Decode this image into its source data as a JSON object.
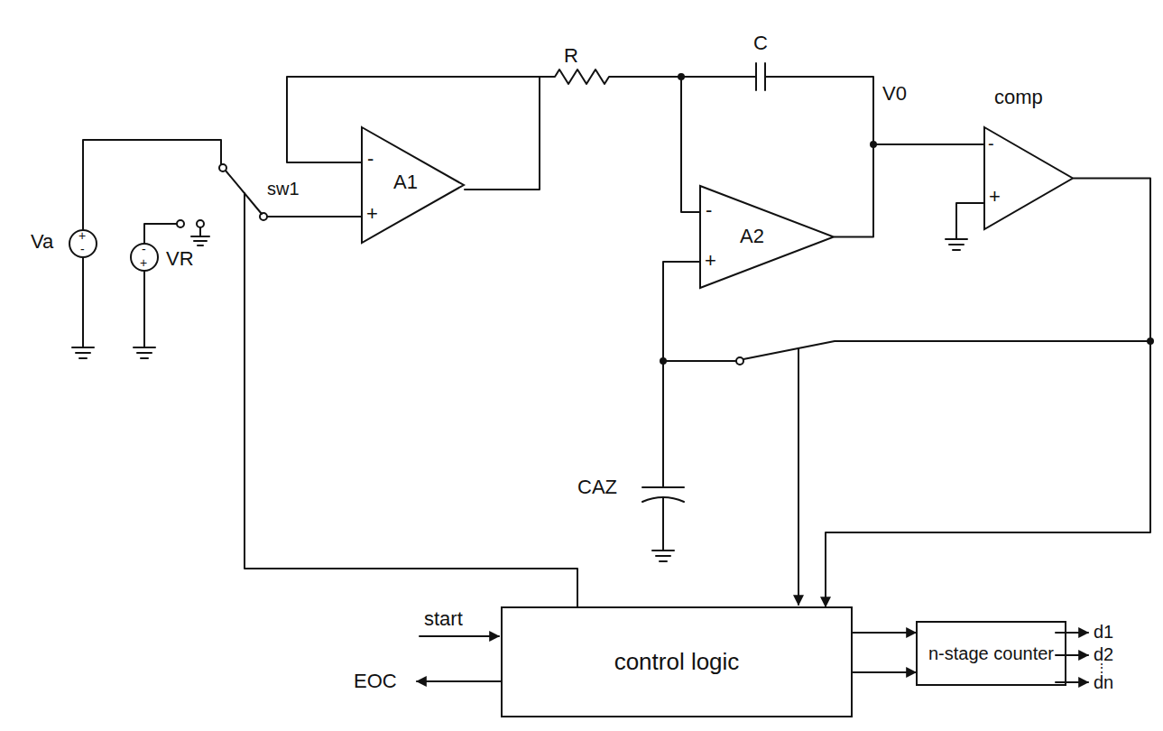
{
  "diagram": {
    "nodes": [
      {
        "text": [
          "Va",
          "+",
          "-"
        ]
      },
      {
        "text": [
          "VR",
          "-",
          "+"
        ]
      },
      {
        "text": [
          "-",
          "+",
          "A1"
        ]
      },
      {
        "text": [
          "-",
          "+",
          "A2"
        ]
      },
      {
        "text": [
          "comp",
          "-",
          "+"
        ]
      },
      {
        "text": [
          "control logic"
        ]
      },
      {
        "text": [
          "n-stage counter"
        ]
      }
    ],
    "edges": [
      {
        "from": 3,
        "to": 4,
        "arrow": "none"
      },
      {
        "from": 4,
        "to": 5,
        "arrow": "to"
      },
      {
        "from": 5,
        "to": 6,
        "arrow": "to"
      },
      {
        "from": 5,
        "to": 6,
        "arrow": "to"
      }
    ],
    "labels": [
      "R",
      "C",
      "V0",
      "sw1",
      "CAZ",
      "start",
      "EOC",
      "d1",
      "d2",
      "⋮",
      "dn"
    ]
  }
}
